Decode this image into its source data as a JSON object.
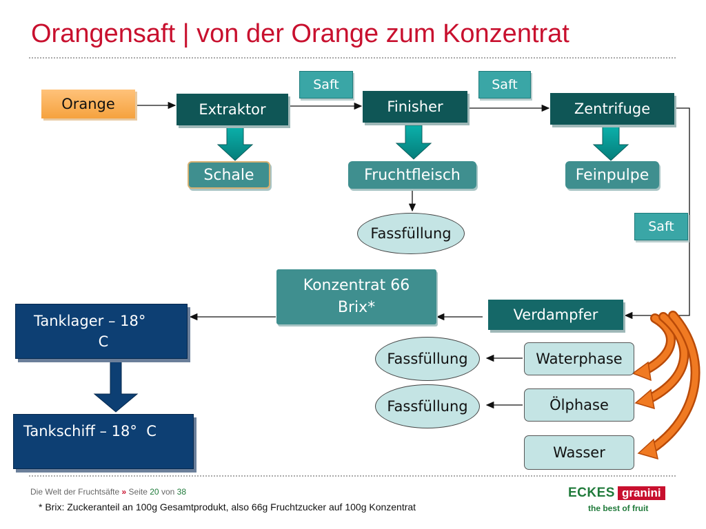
{
  "header": {
    "title": "Orangensaft | von der Orange zum Konzentrat"
  },
  "diagram": {
    "orange": "Orange",
    "extraktor": "Extraktor",
    "finisher": "Finisher",
    "zentrifuge": "Zentrifuge",
    "saft_1": "Saft",
    "saft_2": "Saft",
    "saft_3": "Saft",
    "schale": "Schale",
    "fruchtfleisch": "Fruchtfleisch",
    "feinpulpe": "Feinpulpe",
    "fassfuellung_1": "Fassfüllung",
    "konzentrat_line1": "Konzentrat 66",
    "konzentrat_line2": "Brix*",
    "verdampfer": "Verdampfer",
    "tanklager_line1": "Tanklager – 18°",
    "tanklager_line2": "C",
    "tankschiff": "Tankschiff – 18°  C",
    "fassfuellung_2": "Fassfüllung",
    "fassfuellung_3": "Fassfüllung",
    "waterphase": "Waterphase",
    "oelphase": "Ölphase",
    "wasser": "Wasser"
  },
  "footer": {
    "text": "Die Welt der Fruchtsäfte",
    "sep": "»",
    "seite_label": "Seite",
    "page": "20",
    "von_label": "von",
    "total": "38",
    "note": "* Brix: Zuckeranteil an 100g Gesamtprodukt, also 66g Fruchtzucker auf 100g Konzentrat"
  },
  "logo": {
    "brand1": "ECKES",
    "brand2": "granini",
    "tagline": "the best of fruit"
  },
  "colors": {
    "title_red": "#c8102e",
    "dark_teal": "#0f5656",
    "light_teal": "#3aa6a6",
    "pale_teal": "#c4e4e4",
    "navy": "#0d3f73",
    "orange": "#f5a23e",
    "arrow_teal": "#0a9a96",
    "curve_orange": "#e8650f"
  }
}
